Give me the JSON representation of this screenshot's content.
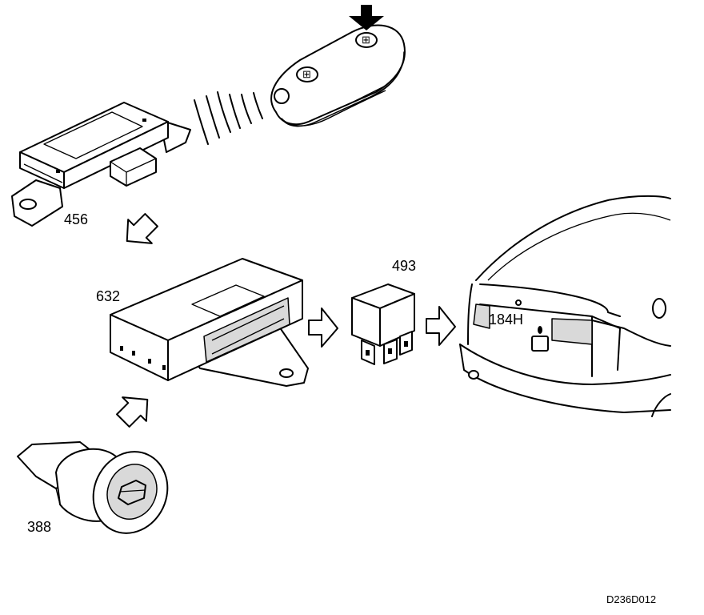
{
  "labels": {
    "receiver": "456",
    "control_module": "632",
    "relay": "493",
    "trunk_switch": "388",
    "car_lock": "184H",
    "drawing_code": "D236D012"
  }
}
